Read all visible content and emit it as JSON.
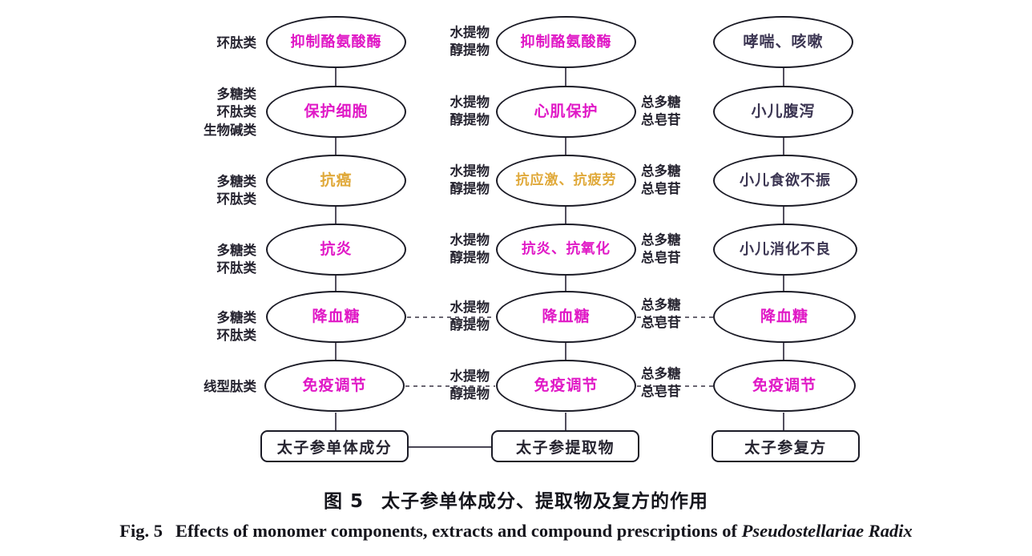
{
  "figure": {
    "caption_cn_number": "图 5",
    "caption_cn_text": "太子参单体成分、提取物及复方的作用",
    "caption_en_number": "Fig. 5",
    "caption_en_text": "Effects of monomer components, extracts and compound prescriptions of",
    "caption_en_italic": "Pseudostellariae Radix"
  },
  "colors": {
    "magenta": "#e018c6",
    "gold": "#e0a93a",
    "navy": "#3b3552",
    "outline": "#1b1b26",
    "text": "#262430"
  },
  "columns": [
    {
      "id": "monomer",
      "footer": "太子参单体成分",
      "nodes": [
        {
          "label": "抑制酪氨酸酶",
          "color": "magenta",
          "left_label": "环肽类"
        },
        {
          "label": "保护细胞",
          "color": "magenta",
          "left_label": "多糖类\n环肽类\n生物碱类"
        },
        {
          "label": "抗癌",
          "color": "gold",
          "left_label": "多糖类\n环肽类"
        },
        {
          "label": "抗炎",
          "color": "magenta",
          "left_label": "多糖类\n环肽类"
        },
        {
          "label": "降血糖",
          "color": "magenta",
          "left_label": "多糖类\n环肽类"
        },
        {
          "label": "免疫调节",
          "color": "magenta",
          "left_label": "线型肽类"
        }
      ]
    },
    {
      "id": "extract",
      "footer": "太子参提取物",
      "nodes": [
        {
          "label": "抑制酪氨酸酶",
          "color": "magenta",
          "left_label": "水提物\n醇提物",
          "right_label": ""
        },
        {
          "label": "心肌保护",
          "color": "magenta",
          "left_label": "水提物\n醇提物",
          "right_label": "总多糖\n总皂苷"
        },
        {
          "label": "抗应激、抗疲劳",
          "color": "gold",
          "left_label": "水提物\n醇提物",
          "right_label": "总多糖\n总皂苷"
        },
        {
          "label": "抗炎、抗氧化",
          "color": "magenta",
          "left_label": "水提物\n醇提物",
          "right_label": "总多糖\n总皂苷"
        },
        {
          "label": "降血糖",
          "color": "magenta",
          "left_label": "水提物\n醇提物",
          "right_label": "总多糖\n总皂苷"
        },
        {
          "label": "免疫调节",
          "color": "magenta",
          "left_label": "水提物\n醇提物",
          "right_label": "总多糖\n总皂苷"
        }
      ]
    },
    {
      "id": "compound",
      "footer": "太子参复方",
      "nodes": [
        {
          "label": "哮喘、咳嗽",
          "color": "navy"
        },
        {
          "label": "小儿腹泻",
          "color": "navy"
        },
        {
          "label": "小儿食欲不振",
          "color": "navy"
        },
        {
          "label": "小儿消化不良",
          "color": "navy"
        },
        {
          "label": "降血糖",
          "color": "magenta"
        },
        {
          "label": "免疫调节",
          "color": "magenta"
        }
      ]
    }
  ]
}
